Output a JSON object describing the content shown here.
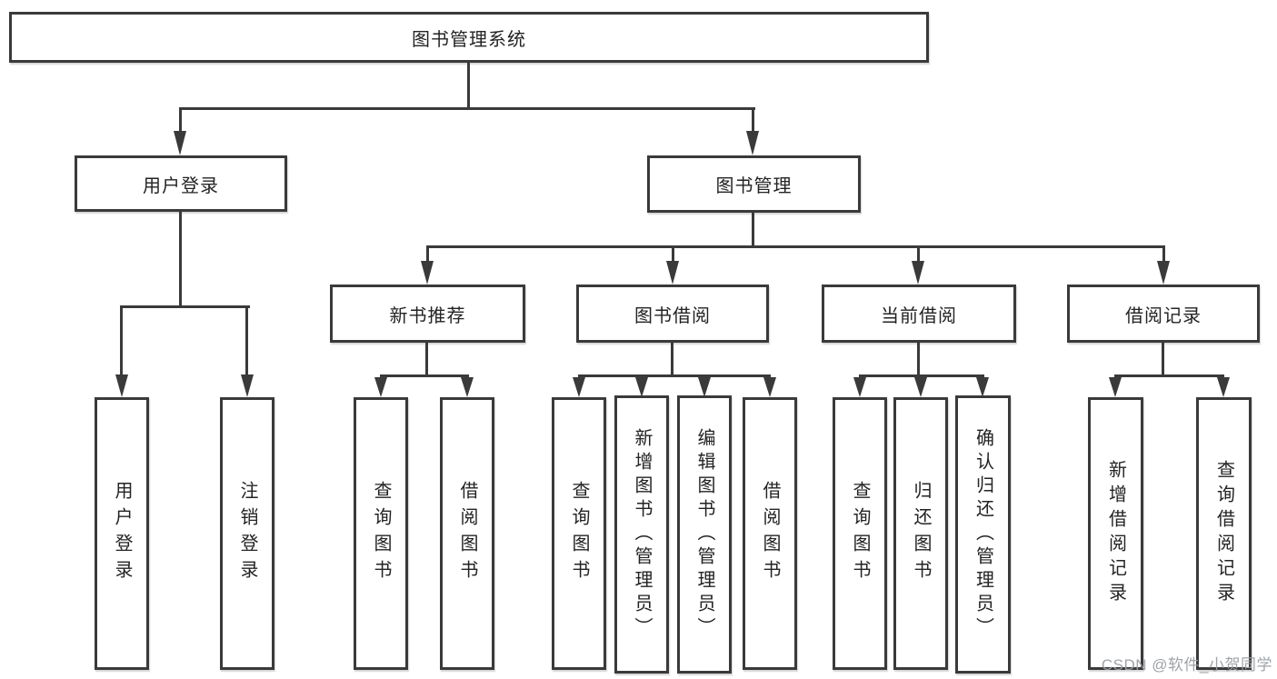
{
  "tree": {
    "label": "图书管理系统",
    "children": [
      {
        "label": "用户登录",
        "children": [
          {
            "label": "用户登录"
          },
          {
            "label": "注销登录"
          }
        ]
      },
      {
        "label": "图书管理",
        "children": [
          {
            "label": "新书推荐",
            "children": [
              {
                "label": "查询图书"
              },
              {
                "label": "借阅图书"
              }
            ]
          },
          {
            "label": "图书借阅",
            "children": [
              {
                "label": "查询图书"
              },
              {
                "label": "新增图书（管理员）"
              },
              {
                "label": "编辑图书（管理员）"
              },
              {
                "label": "借阅图书"
              }
            ]
          },
          {
            "label": "当前借阅",
            "children": [
              {
                "label": "查询图书"
              },
              {
                "label": "归还图书"
              },
              {
                "label": "确认归还（管理员）"
              }
            ]
          },
          {
            "label": "借阅记录",
            "children": [
              {
                "label": "新增借阅记录"
              },
              {
                "label": "查询借阅记录"
              }
            ]
          }
        ]
      }
    ]
  },
  "watermark": {
    "text": "CSDN @软件_小贺同学"
  },
  "colors": {
    "line": "#3a3a3a",
    "box_background": "#ffffff",
    "text": "#232323",
    "watermark": "#9a9ea3"
  }
}
